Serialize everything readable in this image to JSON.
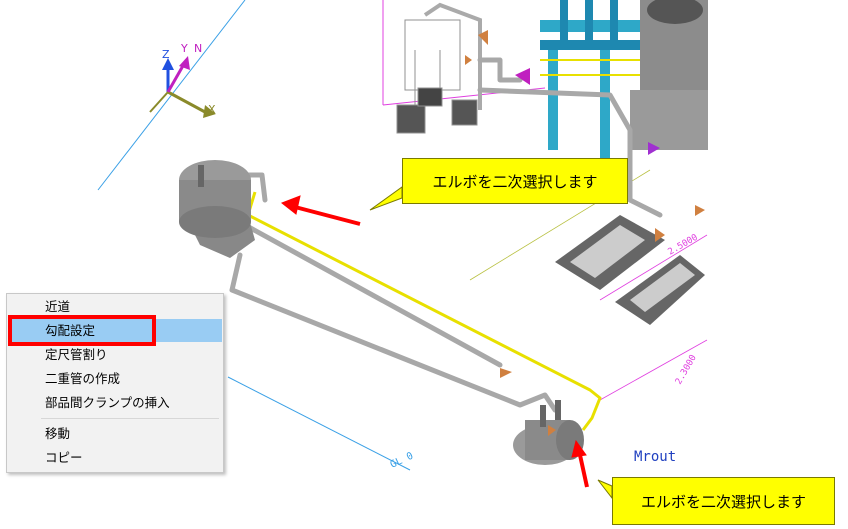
{
  "axes": {
    "z": "Z",
    "y": "Y",
    "n": "N",
    "x": "X"
  },
  "scene_labels": {
    "gl": "GL 0",
    "dim_a": "2.5000",
    "dim_b": "2.3000",
    "outlet": "Mrout"
  },
  "callouts": [
    {
      "text": "エルボを二次選択します"
    },
    {
      "text": "エルボを二次選択します"
    }
  ],
  "context_menu": {
    "items": [
      {
        "label": "近道"
      },
      {
        "label": "勾配設定",
        "highlighted": true
      },
      {
        "label": "定尺管割り"
      },
      {
        "label": "二重管の作成"
      },
      {
        "label": "部品間クランプの挿入"
      },
      {
        "label": "移動"
      },
      {
        "label": "コピー"
      }
    ]
  },
  "colors": {
    "highlight": "#99ccf3",
    "callout": "#ffff00",
    "annotation_red": "#ff0000",
    "pipe_selected": "#e8e000"
  }
}
